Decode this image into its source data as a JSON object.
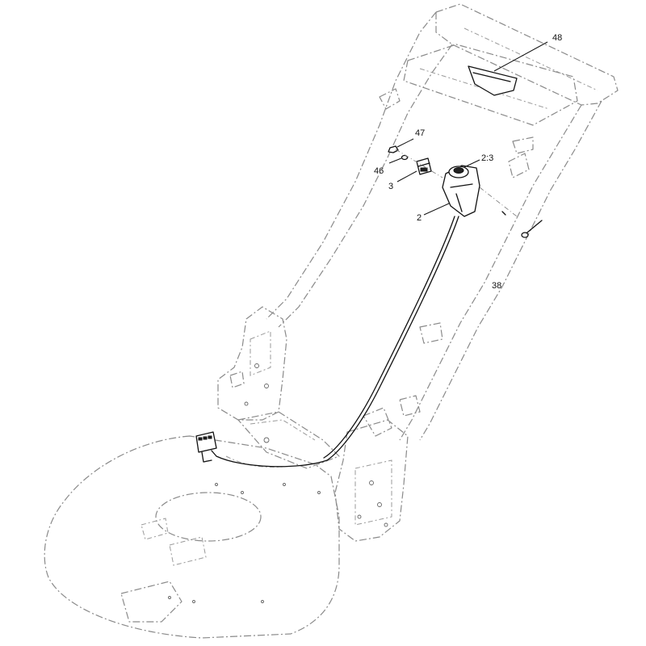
{
  "callouts": {
    "c48": "48",
    "c47": "47",
    "c46": "46",
    "c3": "3",
    "c23": "2:3",
    "c2": "2",
    "c38": "38"
  }
}
